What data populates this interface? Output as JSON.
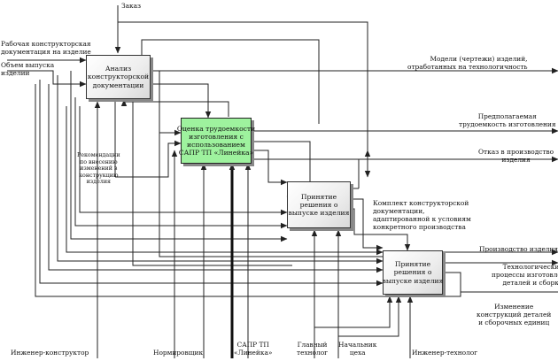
{
  "boxes": {
    "analysis": "Анализ\nконструкторской\nдокументации",
    "estimate": "Оценка трудоемкости\nизготовления с\nиспользованием\nСАПР ТП «Линейка»",
    "decision1": "Принятие\nрешения о\nвыпуске изделия",
    "decision2": "Принятие\nрешения о\nвыпуске изделия"
  },
  "inputs": {
    "order": "Заказ",
    "documentation": "Рабочая конструкторская\nдокументация на изделие",
    "volume": "Объем выпуска\nизделий"
  },
  "outputs": {
    "models": "Модели (чертежи) изделий,\nотработанных на технологичность",
    "labor": "Предполагаемая\nтрудоемкость изготовления",
    "refusal": "Отказ в производство\nизделия",
    "adapted_docs": "Комплект конструкторской\nдокументации,\nадаптированной к условиям\nконкретного производства",
    "production": "Производство изделия",
    "processes": "Технологические\nпроцессы изготовления\nдеталей и сборки",
    "changes": "Изменение\nконструкций деталей\nи сборочных единиц"
  },
  "annotations": {
    "recommendations": "Рекомендации\nпо внесению\nизменений в\nконструкцию\nизделия"
  },
  "mechanisms": {
    "design_engineer": "Инженер-конструктор",
    "normer": "Нормировщик",
    "cad_system": "САПР ТП\n«Линейка»",
    "chief_technologist": "Главный\nтехнолог",
    "shop_head": "Начальник\nцеха",
    "process_engineer": "Инженер-технолог"
  }
}
